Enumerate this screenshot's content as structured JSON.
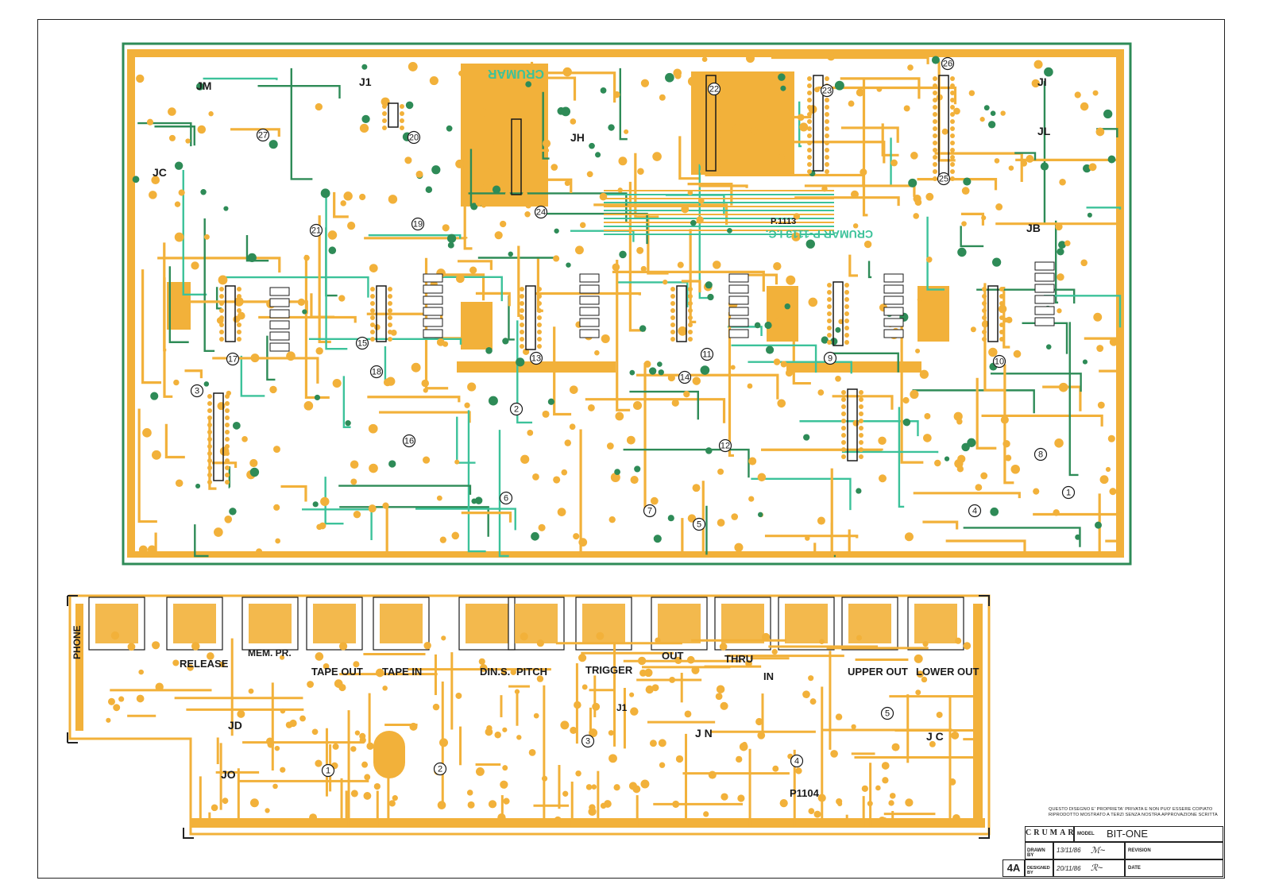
{
  "board_main": {
    "connectors": [
      "JM",
      "J1",
      "JH",
      "JI",
      "JL",
      "JC",
      "JB"
    ],
    "labels": [
      "CRUMAR",
      "P.1113",
      "CRUMAR P-1113 I.C."
    ],
    "circled_ics": [
      "1",
      "2",
      "3",
      "4",
      "5",
      "6",
      "7",
      "8",
      "9",
      "10",
      "11",
      "12",
      "13",
      "14",
      "15",
      "16",
      "17",
      "18",
      "19",
      "20",
      "21",
      "22",
      "23",
      "24",
      "25",
      "26",
      "27"
    ]
  },
  "board_io": {
    "jack_labels": [
      "PHONE",
      "RELEASE",
      "MEM. PR.",
      "TAPE OUT",
      "TAPE IN",
      "DIN.S.",
      "PITCH",
      "TRIGGER",
      "OUT",
      "THRU",
      "IN",
      "UPPER OUT",
      "LOWER OUT"
    ],
    "connectors": [
      "JD",
      "JO",
      "J1",
      "J N",
      "J C"
    ],
    "board_id": "P1104"
  },
  "title_block": {
    "notice": "QUESTO DISEGNO E' PROPRIETA' PRIVATA E NON PUO' ESSERE COPIATO RIPRODOTTO MOSTRATO A TERZI SENZA NOSTRA APPROVAZIONE SCRITTA",
    "company": "CRUMAR",
    "model_label": "MODEL",
    "model": "BIT-ONE",
    "drawn_label": "DRAWN BY",
    "drawn_date": "13/11/86",
    "designed_label": "DESIGNED BY",
    "designed_date": "20/11/86",
    "revision_label": "REVISION",
    "date_label": "DATE",
    "sheet": "4A"
  },
  "colors": {
    "copper": "#f2b13a",
    "trace": "#3cc29a",
    "trace_dark": "#2e8b57",
    "ink": "#1a1a1a"
  }
}
